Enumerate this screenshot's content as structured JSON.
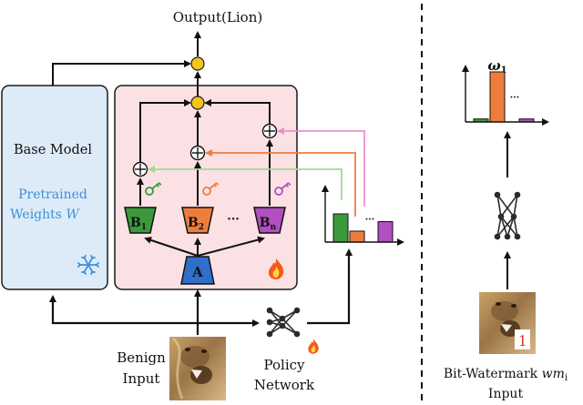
{
  "labels": {
    "output": "Output(Lion)",
    "base_model": "Base Model",
    "pretrained_line1": "Pretrained",
    "pretrained_line2": "Weights ",
    "pretrained_symbol": "W",
    "benign_line1": "Benign",
    "benign_line2": "Input",
    "policy_line1": "Policy",
    "policy_line2": "Network",
    "watermark_line1": "Bit-Watermark ",
    "watermark_symbol": "wm",
    "watermark_sub": "i",
    "watermark_line2": "Input",
    "omega": "ω",
    "omega_sub": "1",
    "module_a": "A",
    "module_b": "B",
    "b_sub_1": "1",
    "b_sub_2": "2",
    "b_sub_n": "n",
    "dots": "···",
    "bit_value": "1"
  },
  "icons": {
    "snowflake": "snowflake-icon",
    "fire": "fire-icon",
    "key": "key-icon",
    "network": "neural-network-icon",
    "lion": "lion-image"
  },
  "colors": {
    "base_model_fill": "#dcebf7",
    "lora_fill": "#fbe1e3",
    "node_yellow": "#f5c518",
    "green": "#3a9a3a",
    "orange": "#ee7d3c",
    "purple": "#b04fc0",
    "pink_arrow": "#ee8fd0",
    "light_green_arrow": "#9fdc95",
    "blue_text": "#3f8fd8",
    "a_blue": "#2f6fc9",
    "bit_red": "#e8261e"
  },
  "chart_data": [
    {
      "type": "bar",
      "categories": [
        "B1",
        "B2",
        "...",
        "Bn"
      ],
      "values": [
        0.62,
        0.24,
        null,
        0.45
      ],
      "colors": [
        "#3a9a3a",
        "#ee7d3c",
        null,
        "#b04fc0"
      ],
      "title": "",
      "xlabel": "",
      "ylabel": ""
    },
    {
      "type": "bar",
      "categories": [
        "1",
        "2",
        "...",
        "n"
      ],
      "values": [
        0.06,
        1.0,
        null,
        0.06
      ],
      "colors": [
        "#3a9a3a",
        "#ee7d3c",
        null,
        "#b04fc0"
      ],
      "title": "",
      "xlabel": "",
      "ylabel": ""
    }
  ]
}
